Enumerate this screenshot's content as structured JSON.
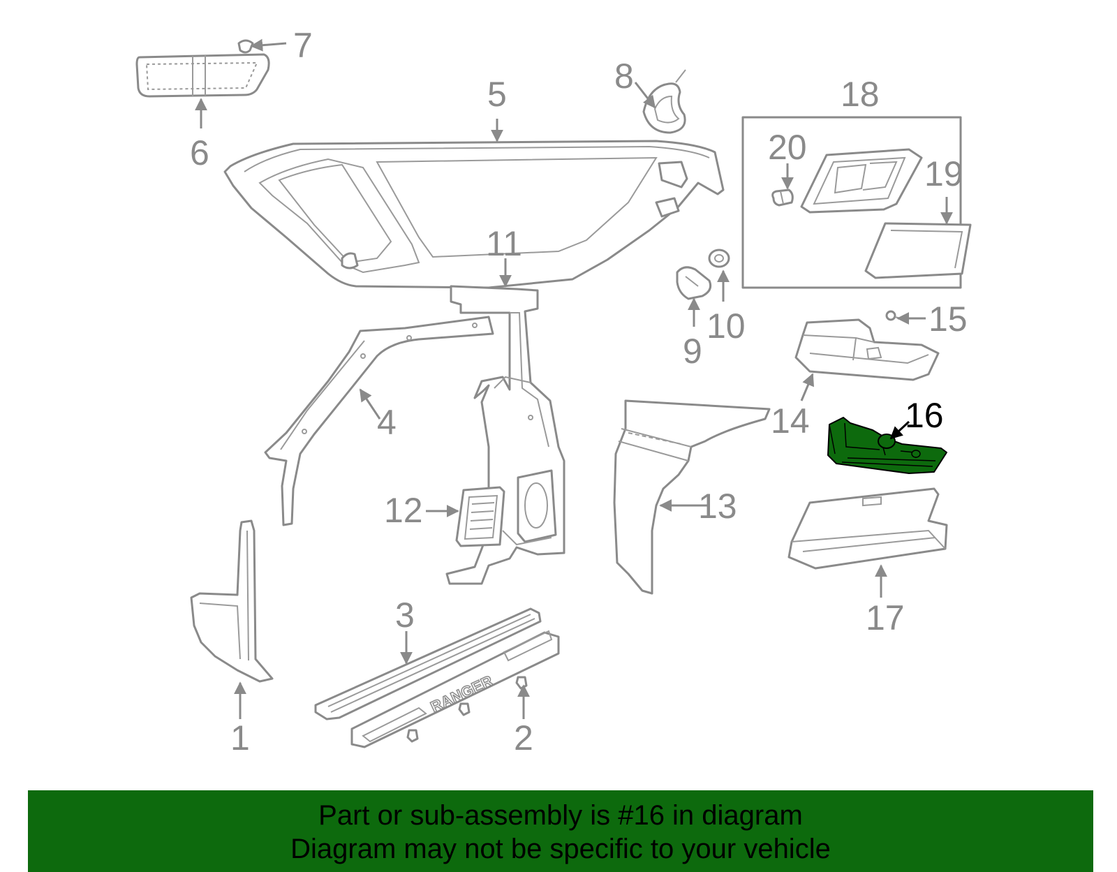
{
  "diagram": {
    "highlight_color": "#0d6a0d",
    "line_color": "#8a8a8a",
    "highlighted_callout": "16",
    "callouts": [
      {
        "id": "c1",
        "label": "1"
      },
      {
        "id": "c2",
        "label": "2"
      },
      {
        "id": "c3",
        "label": "3"
      },
      {
        "id": "c4",
        "label": "4"
      },
      {
        "id": "c5",
        "label": "5"
      },
      {
        "id": "c6",
        "label": "6"
      },
      {
        "id": "c7",
        "label": "7"
      },
      {
        "id": "c8",
        "label": "8"
      },
      {
        "id": "c9",
        "label": "9"
      },
      {
        "id": "c10",
        "label": "10"
      },
      {
        "id": "c11",
        "label": "11"
      },
      {
        "id": "c12",
        "label": "12"
      },
      {
        "id": "c13",
        "label": "13"
      },
      {
        "id": "c14",
        "label": "14"
      },
      {
        "id": "c15",
        "label": "15"
      },
      {
        "id": "c16",
        "label": "16"
      },
      {
        "id": "c17",
        "label": "17"
      },
      {
        "id": "c18",
        "label": "18"
      },
      {
        "id": "c19",
        "label": "19"
      },
      {
        "id": "c20",
        "label": "20"
      }
    ],
    "step_plate_text": "RANGER"
  },
  "banner": {
    "line1": "Part or sub-assembly is #16 in diagram",
    "line2": "Diagram may not be specific to your vehicle",
    "background": "#0d6a0d"
  }
}
